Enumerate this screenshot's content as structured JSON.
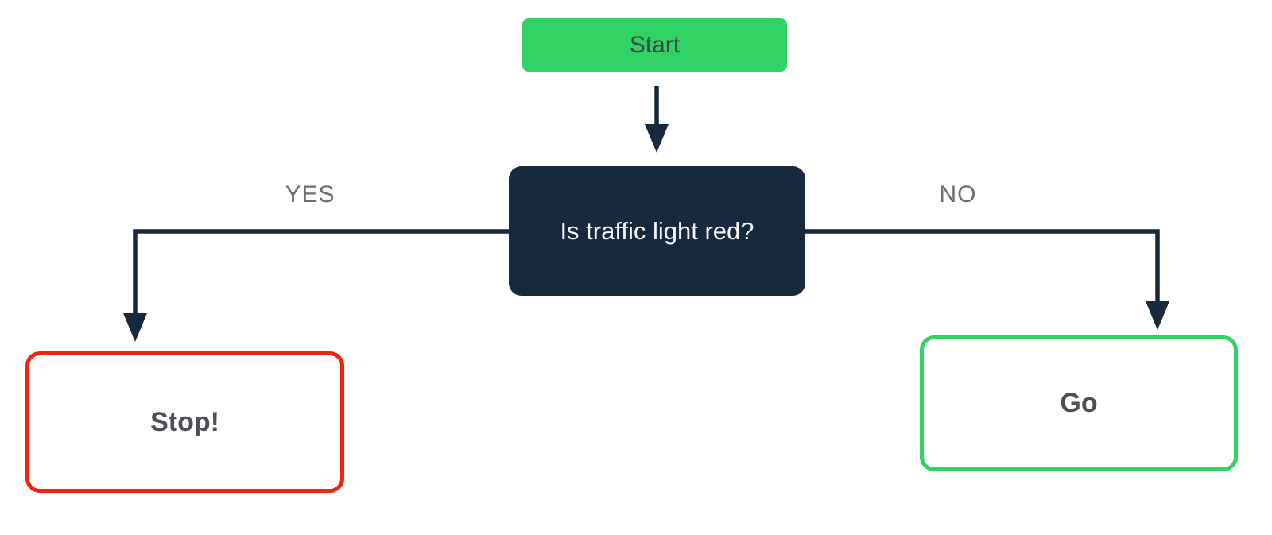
{
  "flowchart": {
    "nodes": [
      {
        "id": "start",
        "type": "start-terminal",
        "label": "Start"
      },
      {
        "id": "decision",
        "type": "decision",
        "label": "Is traffic light red?"
      },
      {
        "id": "stop",
        "type": "outcome",
        "label": "Stop!"
      },
      {
        "id": "go",
        "type": "outcome",
        "label": "Go"
      }
    ],
    "edges": [
      {
        "from": "start",
        "to": "decision",
        "label": ""
      },
      {
        "from": "decision",
        "to": "stop",
        "label": "YES"
      },
      {
        "from": "decision",
        "to": "go",
        "label": "NO"
      }
    ],
    "colors": {
      "canvas_bg": "#ffffff",
      "start_fill": "#30d364",
      "decision_fill": "#172a3d",
      "decision_text": "#f7f8fa",
      "stop_border": "#f2220d",
      "go_border": "#30d364",
      "connector": "#172a3d",
      "edge_label": "#6d6d6d",
      "node_text_dark": "#3f444b",
      "outcome_text": "#4c4f54"
    }
  }
}
